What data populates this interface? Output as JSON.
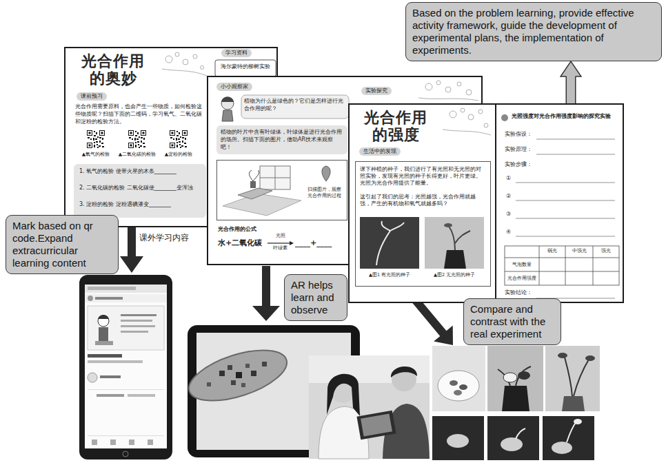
{
  "diagram": {
    "nodes": [
      {
        "text": [
          "Based on the problem learning, provide effective activity framework, guide the development of experimental plans, the implementation of experiments."
        ]
      },
      {
        "text": [
          "光合作用 的奥妙",
          "课前预习",
          "光合作用需要原料，也会产生一些物质，如何检验这些物质呢？扫描下面的二维码，学习氧气、二氧化碳和淀粉的检验方法。",
          "▲氧气的检验",
          "▲二氧化碳的检验",
          "▲淀粉的检验",
          "学习资料",
          "海尔蒙特的柳树实验"
        ]
      },
      {
        "text": [
          "1. 氧气的检验 使带火星的木条________",
          "2. 二氧化碳的检验 二氧化碳使________变浑浊",
          "3. 淀粉的检验 淀粉遇碘液变________"
        ],
        "in": 1
      },
      {
        "text": [
          "小小观察家",
          "实验探究",
          "植物为什么是绿色的？它们是怎样进行光合作用的呢？",
          "光合作用的公式",
          "水+二氧化碳",
          "光照",
          "叶绿素",
          "____+____"
        ]
      },
      {
        "text": [
          "植物的叶片中含有叶绿体，叶绿体是进行光合作用的场所。扫描下面的图片，借助AR技术来观察吧！"
        ],
        "in": 3
      },
      {
        "text": [
          "扫描图片，观察光合作用的过程"
        ],
        "in": 3
      },
      {
        "text": [
          "光合作用 的强度",
          "生活中的发现"
        ]
      },
      {
        "text": [
          "课下种植的种子，我们进行了有光照和无光照的对照实验，发现有光照的种子长得更好，叶片更绿。光照为光合作用提供了能量。",
          "这引起了我们的思考：光照越强，光合作用就越强，产生的有机物和氧气就越多吗？",
          "▲图1 有光照的种子",
          "▲图2 无光照的种子"
        ],
        "in": 6
      },
      {
        "text": [
          "光照强度对光合作用强度影响的探究实验",
          "实验假设：",
          "实验原理：",
          "实验步骤：",
          "①",
          "②",
          "③",
          "④",
          "弱光",
          "中强光",
          "强光",
          "气泡数量",
          "光合作用强度",
          "实验结论："
        ]
      },
      {
        "text": [
          "Mark based on qr code.Expand extracurricular learning content"
        ]
      },
      {
        "text": [
          "AR helps learn and observe"
        ]
      },
      {
        "text": [
          "Compare and contrast with the real experiment"
        ]
      }
    ],
    "edges": [
      {
        "from": 8,
        "to": 0,
        "arrow": "to"
      }
    ],
    "labels": [
      "课外学习内容"
    ]
  }
}
